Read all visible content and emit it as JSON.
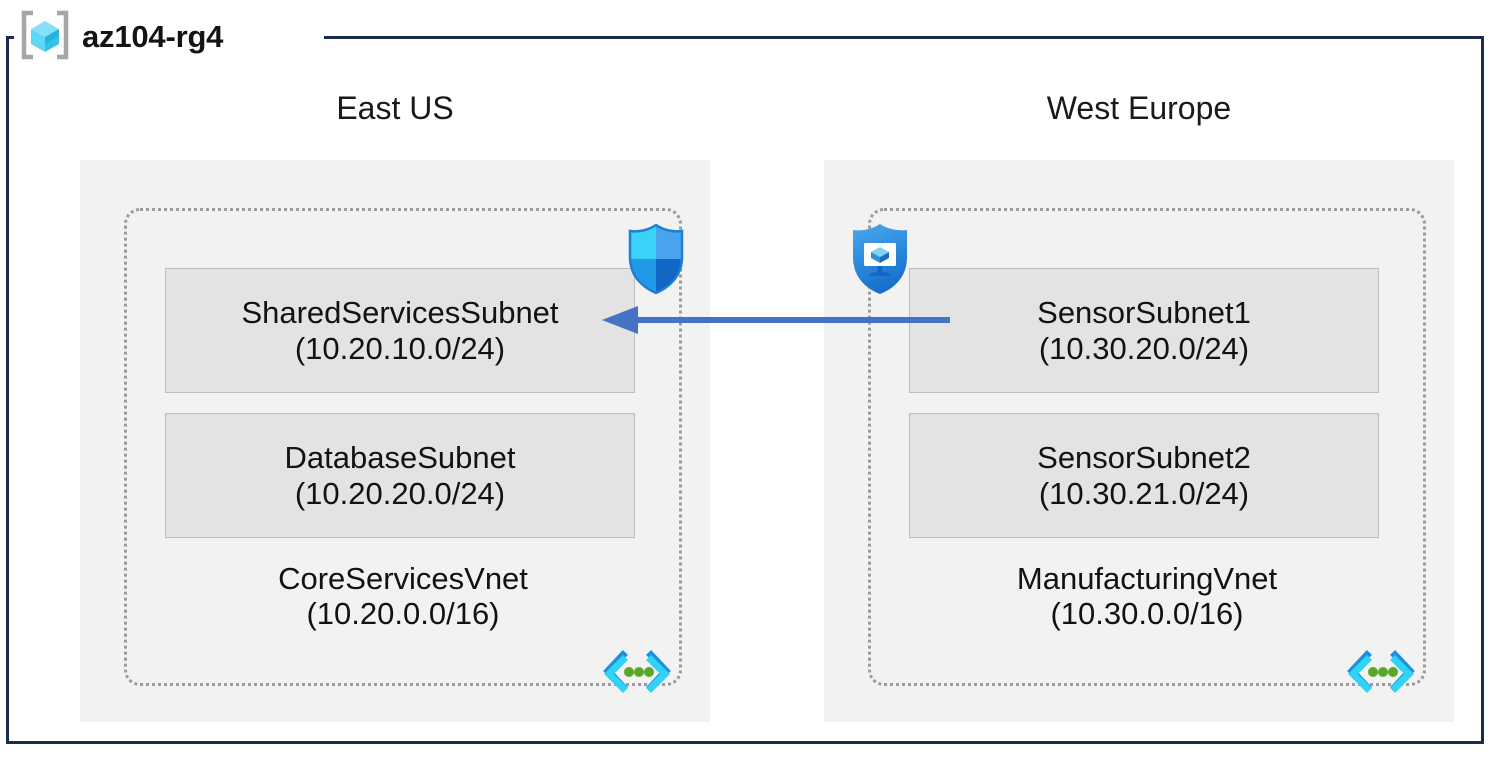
{
  "resource_group": {
    "name": "az104-rg4",
    "icon": "azure-resource-group-icon",
    "frame_color": "#1b2d4f"
  },
  "regions": [
    {
      "id": "east-us",
      "label": "East US",
      "vnet": {
        "name": "CoreServicesVnet",
        "cidr": "(10.20.0.0/16)",
        "icon": "virtual-network-icon",
        "subnets": [
          {
            "name": "SharedServicesSubnet",
            "cidr": "(10.20.10.0/24)",
            "security_icon": "network-security-group-shield-icon"
          },
          {
            "name": "DatabaseSubnet",
            "cidr": "(10.20.20.0/24)",
            "security_icon": null
          }
        ]
      }
    },
    {
      "id": "west-europe",
      "label": "West Europe",
      "vnet": {
        "name": "ManufacturingVnet",
        "cidr": "(10.30.0.0/16)",
        "icon": "virtual-network-icon",
        "subnets": [
          {
            "name": "SensorSubnet1",
            "cidr": "(10.30.20.0/24)",
            "security_icon": "application-security-group-shield-icon"
          },
          {
            "name": "SensorSubnet2",
            "cidr": "(10.30.21.0/24)",
            "security_icon": null
          }
        ]
      }
    }
  ],
  "connection": {
    "name": "vnet-peering-arrow",
    "direction": "right-to-left",
    "from": "SensorSubnet1",
    "to": "SharedServicesSubnet",
    "color": "#4472c4"
  },
  "colors": {
    "frame": "#1b2d4f",
    "region_fill": "#f2f2f2",
    "subnet_fill": "#e3e3e3",
    "subnet_border": "#bdbdbd",
    "vnet_border": "#9a9a9a",
    "arrow": "#4472c4",
    "icon_cyan": "#32c8f0",
    "icon_blue": "#1a8fe0",
    "icon_green": "#5aa72a",
    "icon_gray": "#a0a0a0"
  }
}
